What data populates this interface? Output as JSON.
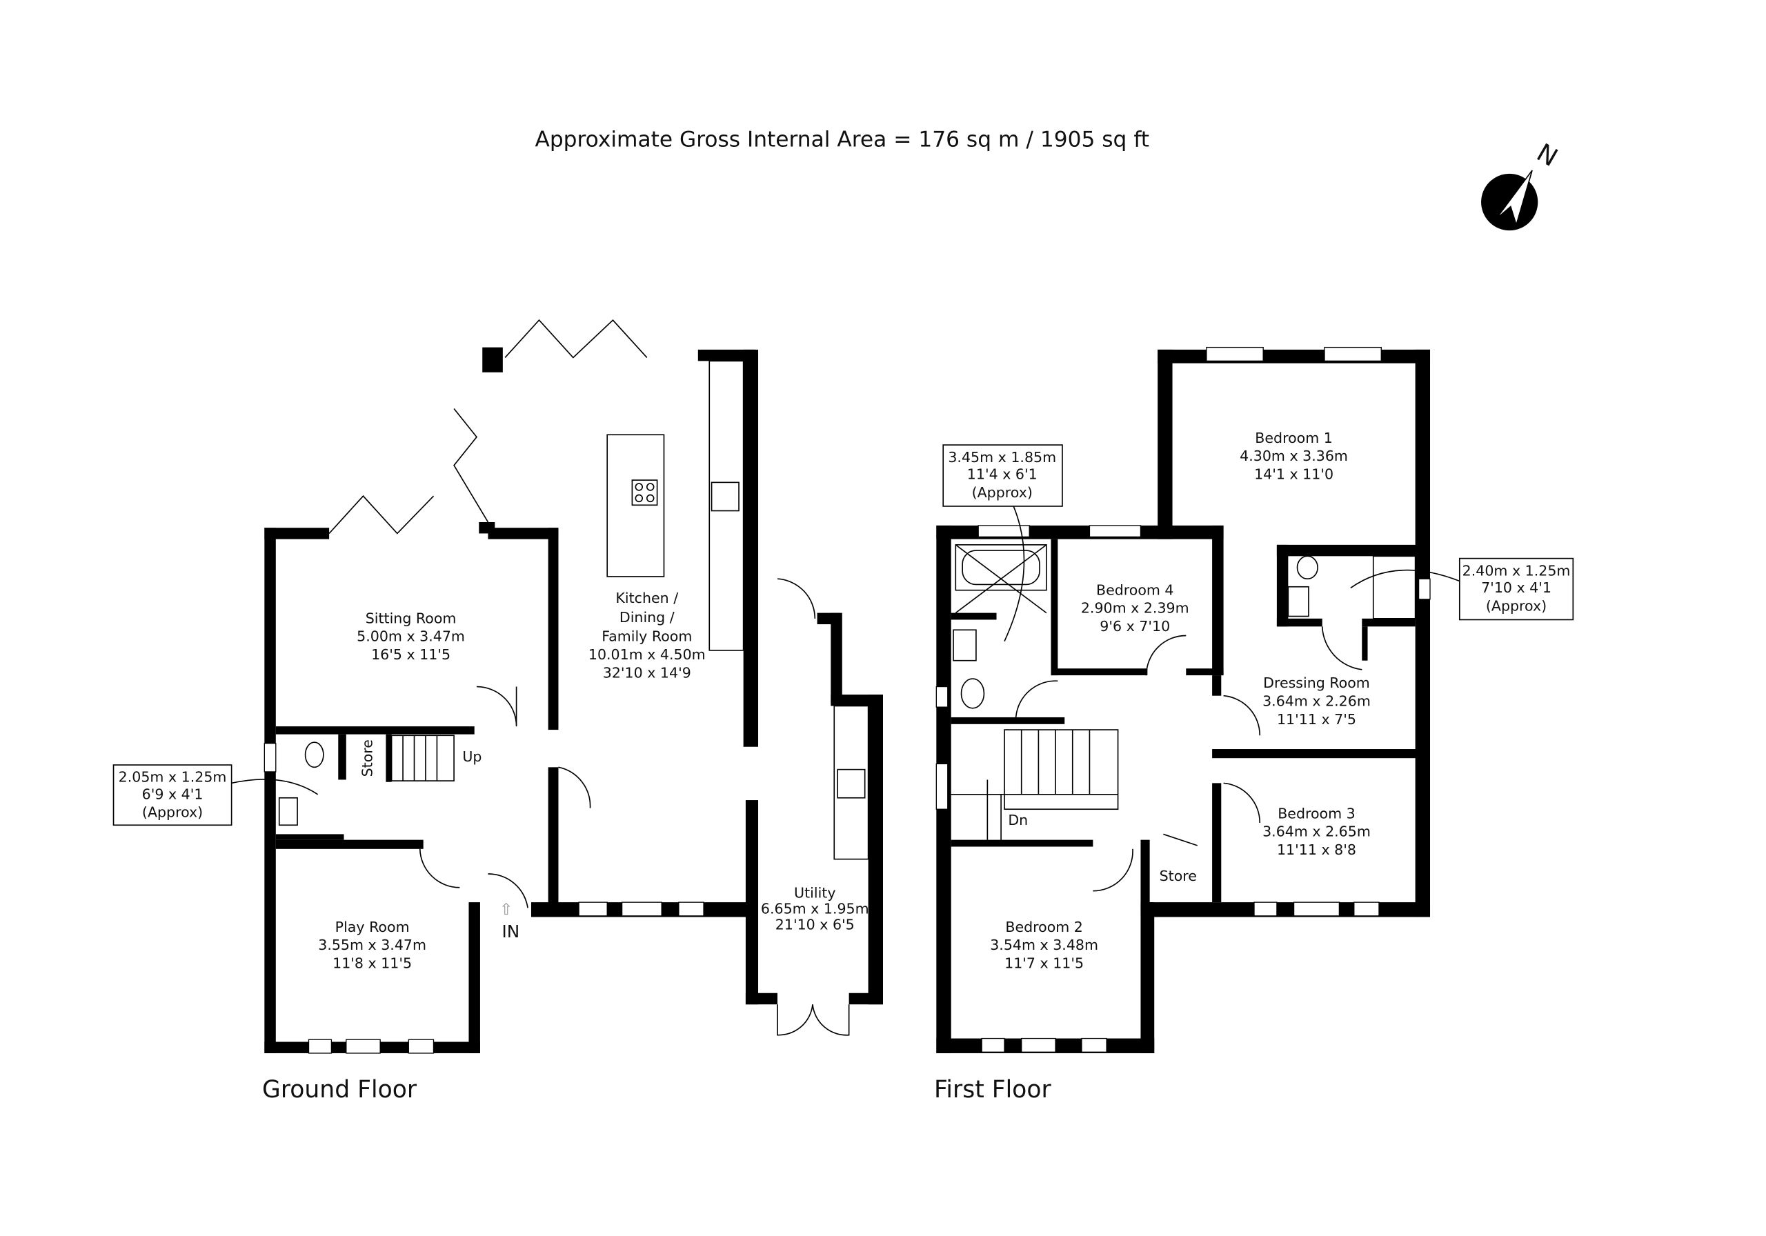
{
  "title": "Approximate Gross Internal Area = 176 sq m / 1905 sq ft",
  "compass": {
    "label": "N"
  },
  "floors": [
    {
      "name": "Ground Floor",
      "rooms": [
        {
          "name": "Sitting Room",
          "metric": "5.00m x 3.47m",
          "imperial": "16'5 x 11'5"
        },
        {
          "name": "Kitchen /",
          "name2": "Dining /",
          "name3": "Family Room",
          "metric": "10.01m x 4.50m",
          "imperial": "32'10 x 14'9"
        },
        {
          "name": "Play Room",
          "metric": "3.55m x 3.47m",
          "imperial": "11'8 x 11'5"
        },
        {
          "name": "Utility",
          "metric": "6.65m x 1.95m",
          "imperial": "21'10 x 6'5"
        }
      ],
      "labels": {
        "store": "Store",
        "up": "Up",
        "entrance": "IN"
      },
      "callout": {
        "metric": "2.05m x 1.25m",
        "imperial": "6'9 x 4'1",
        "note": "(Approx)"
      }
    },
    {
      "name": "First Floor",
      "rooms": [
        {
          "name": "Bedroom 1",
          "metric": "4.30m x 3.36m",
          "imperial": "14'1 x 11'0"
        },
        {
          "name": "Bedroom 4",
          "metric": "2.90m x 2.39m",
          "imperial": "9'6 x 7'10"
        },
        {
          "name": "Dressing Room",
          "metric": "3.64m x 2.26m",
          "imperial": "11'11 x 7'5"
        },
        {
          "name": "Bedroom 3",
          "metric": "3.64m x 2.65m",
          "imperial": "11'11 x 8'8"
        },
        {
          "name": "Bedroom 2",
          "metric": "3.54m x 3.48m",
          "imperial": "11'7 x 11'5"
        }
      ],
      "labels": {
        "store": "Store",
        "down": "Dn"
      },
      "callouts": [
        {
          "metric": "3.45m x 1.85m",
          "imperial": "11'4 x 6'1",
          "note": "(Approx)"
        },
        {
          "metric": "2.40m x 1.25m",
          "imperial": "7'10 x 4'1",
          "note": "(Approx)"
        }
      ]
    }
  ]
}
